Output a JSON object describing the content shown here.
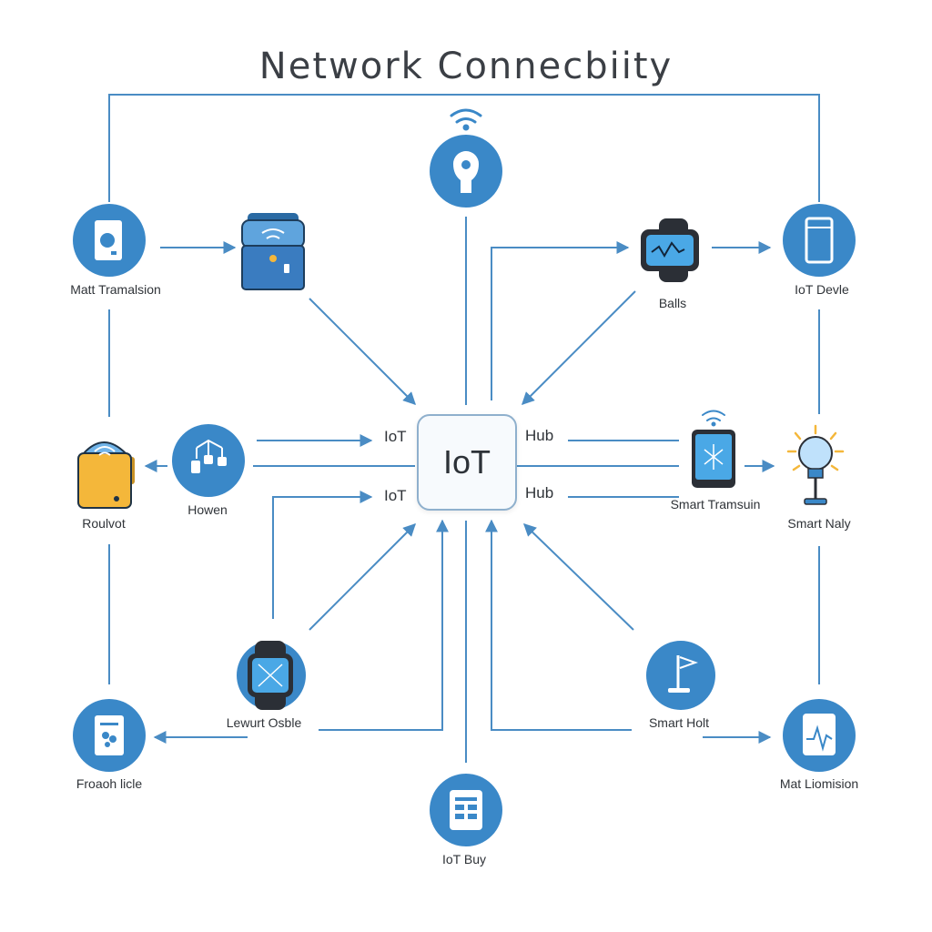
{
  "title": "Network Connecbiity",
  "hub": {
    "center": "IoT",
    "left_top": "IoT",
    "left_bottom": "IoT",
    "right_top": "Hub",
    "right_bottom": "Hub"
  },
  "devices": {
    "matt_transmission": "Matt Tramalsion",
    "balls": "Balls",
    "iot_device": "IoT Devle",
    "roulvot": "Roulvot",
    "howen": "Howen",
    "smart_transmission": "Smart Tramsuin",
    "smart_naly": "Smart Naly",
    "lewurt_osble": "Lewurt Osble",
    "smart_holt": "Smart Holt",
    "froaoh_licle": "Froaoh licle",
    "mat_liomision": "Mat Liomision",
    "iot_buy": "IoT Buy"
  },
  "colors": {
    "accent": "#3a88c8",
    "line": "#4a8cc4",
    "accent_dark": "#2a6aa3",
    "amber": "#f4b73a"
  },
  "icons": {
    "top_bulb": "wifi-location-pin-icon",
    "matt_transmission": "phone-app-icon",
    "router": "wifi-router-icon",
    "balls": "smartwatch-icon",
    "iot_device": "tablet-icon",
    "roulvot": "wifi-router-icon",
    "howen": "mobile-network-icon",
    "smart_transmission": "smartphone-icon",
    "smart_naly": "smart-bulb-icon",
    "lewurt_osble": "smartwatch-icon",
    "smart_holt": "signal-pole-icon",
    "froaoh_licle": "network-device-icon",
    "mat_liomision": "heartbeat-monitor-icon",
    "iot_buy": "calendar-icon"
  }
}
